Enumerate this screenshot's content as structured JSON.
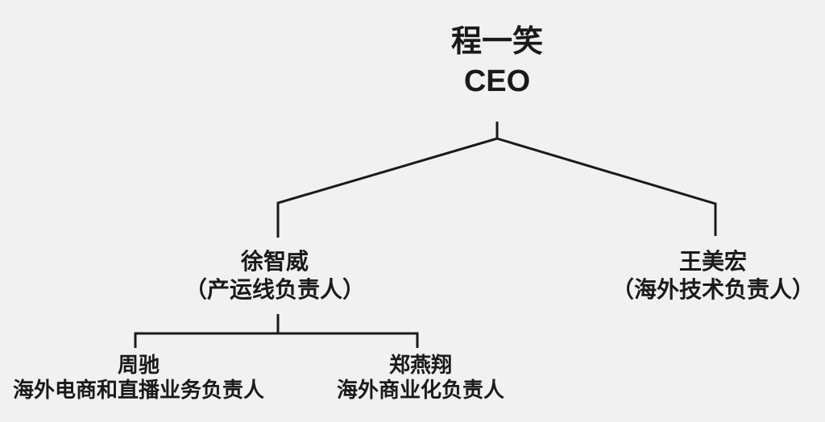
{
  "colors": {
    "background": "#f1f1f1",
    "line": "#1a1a1a",
    "text": "#1a1a1a"
  },
  "org_chart": {
    "type": "org-tree",
    "root": {
      "name": "程一笑",
      "title": "CEO"
    },
    "level2": [
      {
        "name": "徐智威",
        "title": "（产运线负责人）"
      },
      {
        "name": "王美宏",
        "title": "（海外技术负责人）"
      }
    ],
    "level3": [
      {
        "name": "周驰",
        "title": "海外电商和直播业务负责人"
      },
      {
        "name": "郑燕翔",
        "title": "海外商业化负责人"
      }
    ]
  }
}
